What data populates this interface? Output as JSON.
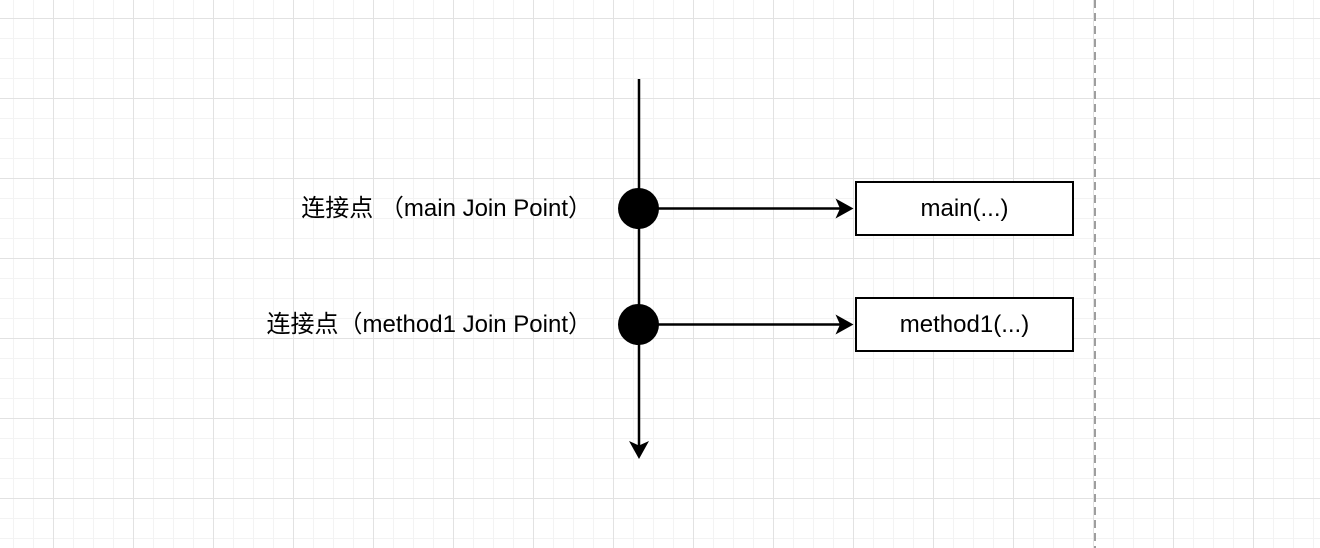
{
  "diagram": {
    "type": "join-point-diagram",
    "join_points": [
      {
        "label": "连接点 （main Join Point）",
        "target": "main(...)"
      },
      {
        "label": "连接点（method1 Join Point）",
        "target": "method1(...)"
      }
    ],
    "colors": {
      "shape_stroke": "#000000",
      "node_fill": "#000000",
      "text": "#000000",
      "box_fill": "#ffffff",
      "page_boundary": "#9e9e9e",
      "grid_minor": "#f3f3f3",
      "grid_major": "#e2e2e2",
      "background": "#ffffff"
    }
  }
}
